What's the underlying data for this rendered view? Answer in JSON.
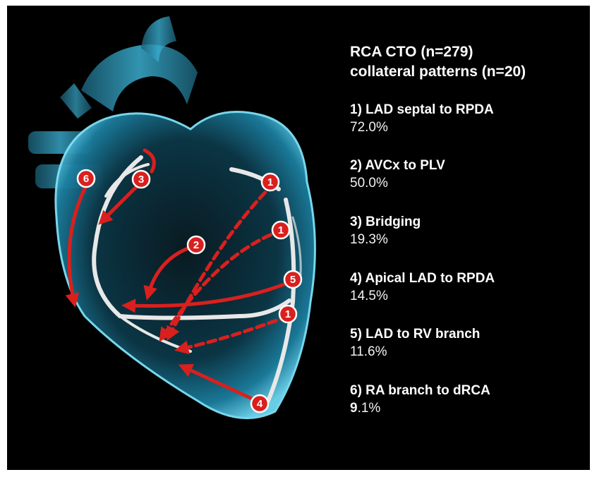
{
  "figure": {
    "title_line1": "RCA CTO (n=279)",
    "title_line2": "collateral patterns (n=20)",
    "patterns": [
      {
        "label": "1)  LAD septal to RPDA",
        "value": "72.0%"
      },
      {
        "label": "2) AVCx to PLV",
        "value": "50.0%"
      },
      {
        "label": "3) Bridging",
        "value": "19.3%"
      },
      {
        "label": "4) Apical LAD to RPDA",
        "value": "14.5%"
      },
      {
        "label": "5) LAD to RV branch",
        "value": "11.6%"
      },
      {
        "label": "6) RA branch to dRCA",
        "value_bold": "9",
        "value_rest": ".1%"
      }
    ],
    "markers": [
      "6",
      "3",
      "1",
      "1",
      "2",
      "5",
      "1",
      "4"
    ]
  },
  "colors": {
    "background": "#000000",
    "heart_glow": "#5fd3f0",
    "heart_body": "#0b2d3a",
    "arrow": "#d9201e",
    "vessel": "#e8e8e8",
    "text": "#ffffff"
  }
}
